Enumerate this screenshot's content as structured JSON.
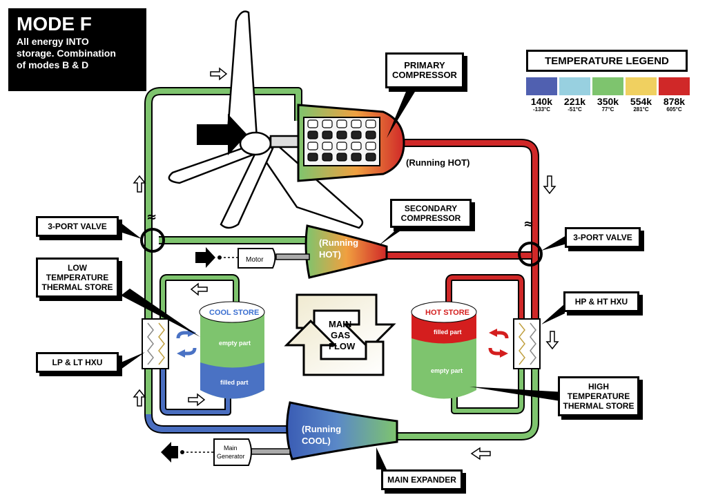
{
  "mode": {
    "title": "MODE F",
    "description": "All energy INTO\nstorage. Combination\nof modes B & D"
  },
  "legend": {
    "title": "TEMPERATURE LEGEND",
    "swatches": [
      {
        "kelvin": "140k",
        "celsius": "-133°C",
        "color": "#5060b0"
      },
      {
        "kelvin": "221k",
        "celsius": "-51°C",
        "color": "#98d0e0"
      },
      {
        "kelvin": "350k",
        "celsius": "77°C",
        "color": "#7ec46e"
      },
      {
        "kelvin": "554k",
        "celsius": "281°C",
        "color": "#f0d060"
      },
      {
        "kelvin": "878k",
        "celsius": "605°C",
        "color": "#d02828"
      }
    ]
  },
  "labels": {
    "primary_compressor": "PRIMARY\nCOMPRESSOR",
    "primary_running": "(Running HOT)",
    "secondary_compressor": "SECONDARY\nCOMPRESSOR",
    "secondary_running_1": "(Running",
    "secondary_running_2": "HOT)",
    "valve_left": "3-PORT VALVE",
    "valve_right": "3-PORT VALVE",
    "low_temp_store": "LOW\nTEMPERATURE\nTHERMAL STORE",
    "lp_lt_hxu": "LP & LT HXU",
    "hp_ht_hxu": "HP & HT HXU",
    "high_temp_store": "HIGH\nTEMPERATURE\nTHERMAL STORE",
    "main_expander": "MAIN EXPANDER",
    "expander_running_1": "(Running",
    "expander_running_2": "COOL)",
    "cool_store": "COOL STORE",
    "cool_empty": "empty part",
    "cool_filled": "filled part",
    "hot_store": "HOT STORE",
    "hot_filled": "filled part",
    "hot_empty": "empty part",
    "main_gas_flow_1": "MAIN",
    "main_gas_flow_2": "GAS",
    "main_gas_flow_3": "FLOW",
    "motor": "Motor",
    "main_generator_1": "Main",
    "main_generator_2": "Generator"
  },
  "colors": {
    "pipe_green": "#7ec46e",
    "pipe_red": "#d02828",
    "pipe_blue": "#4a6ec0",
    "store_green": "#7ec46e",
    "store_blue": "#4a72c4",
    "store_red": "#d41e1e",
    "cool_store_text": "#3a6ed0"
  }
}
